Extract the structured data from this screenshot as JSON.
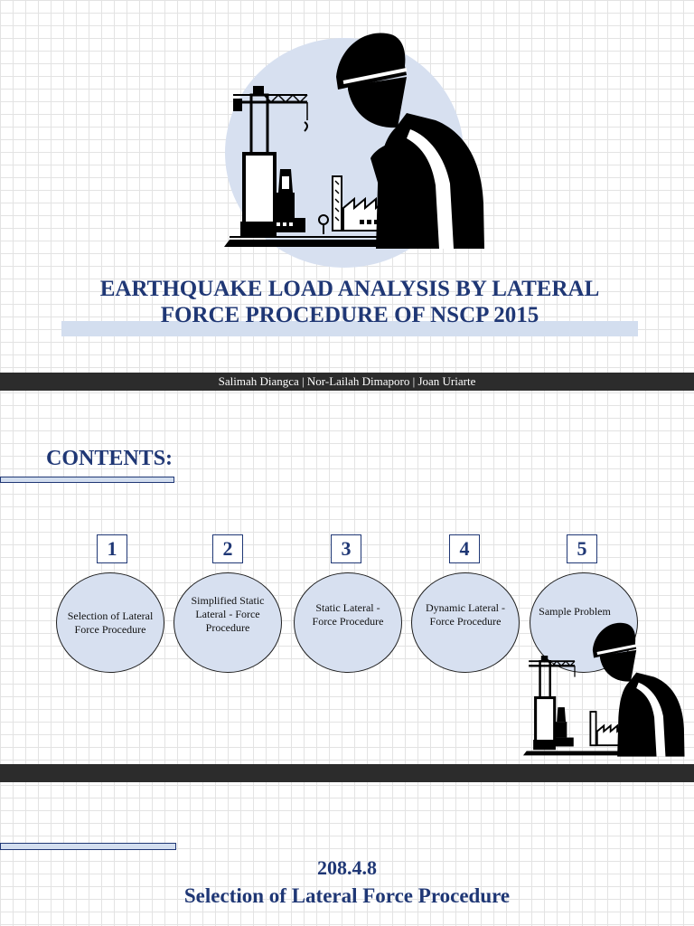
{
  "title": {
    "line1": "EARTHQUAKE LOAD ANALYSIS BY LATERAL",
    "line2": "FORCE PROCEDURE OF NSCP 2015"
  },
  "authors": "Salimah Diangca | Nor-Lailah Dimaporo | Joan Uriarte",
  "contents": {
    "heading": "CONTENTS:",
    "items": [
      {
        "number": "1",
        "label": "Selection of Lateral Force Procedure"
      },
      {
        "number": "2",
        "label": "Simplified Static Lateral - Force Procedure"
      },
      {
        "number": "3",
        "label": "Static Lateral - Force Procedure"
      },
      {
        "number": "4",
        "label": "Dynamic Lateral -Force Procedure"
      },
      {
        "number": "5",
        "label": "Sample Problem"
      }
    ]
  },
  "section": {
    "number": "208.4.8",
    "title": "Selection of Lateral Force Procedure"
  },
  "colors": {
    "navy": "#1f3775",
    "light_blue": "#d7e0f0",
    "bar": "#2c2c2c"
  },
  "icons": {
    "hero": "construction-worker-with-crane-and-factory",
    "small": "construction-worker-with-crane-and-factory"
  }
}
